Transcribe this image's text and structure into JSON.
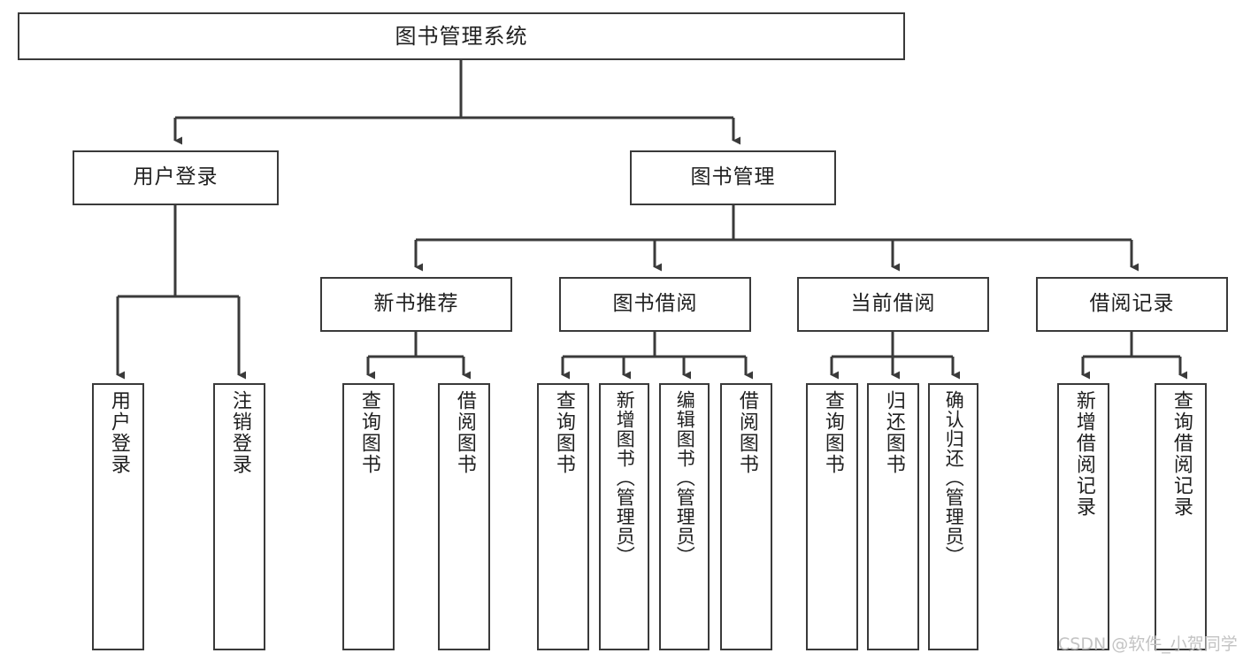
{
  "diagram": {
    "type": "tree",
    "title": "图书管理系统",
    "orientation": "top-down",
    "colors": {
      "box_border": "#3a3a3a",
      "box_fill": "#ffffff",
      "connector": "#3a3a3a",
      "text": "#1f1f1f",
      "watermark": "#c3c3c3",
      "background": "#ffffff"
    },
    "root": {
      "label": "图书管理系统"
    },
    "level1": [
      {
        "label": "用户登录"
      },
      {
        "label": "图书管理"
      }
    ],
    "level2": [
      {
        "label": "新书推荐"
      },
      {
        "label": "图书借阅"
      },
      {
        "label": "当前借阅"
      },
      {
        "label": "借阅记录"
      }
    ],
    "leaves": {
      "user_login": [
        {
          "label": "用户登录"
        },
        {
          "label": "注销登录"
        }
      ],
      "new_book_recommend": [
        {
          "label": "查询图书"
        },
        {
          "label": "借阅图书"
        }
      ],
      "book_borrow": [
        {
          "label": "查询图书"
        },
        {
          "label": "新增图书（管理员）"
        },
        {
          "label": "编辑图书（管理员）"
        },
        {
          "label": "借阅图书"
        }
      ],
      "current_borrow": [
        {
          "label": "查询图书"
        },
        {
          "label": "归还图书"
        },
        {
          "label": "确认归还（管理员）"
        }
      ],
      "borrow_record": [
        {
          "label": "新增借阅记录"
        },
        {
          "label": "查询借阅记录"
        }
      ]
    }
  },
  "watermark": {
    "text": "CSDN @软件_小贺同学"
  }
}
